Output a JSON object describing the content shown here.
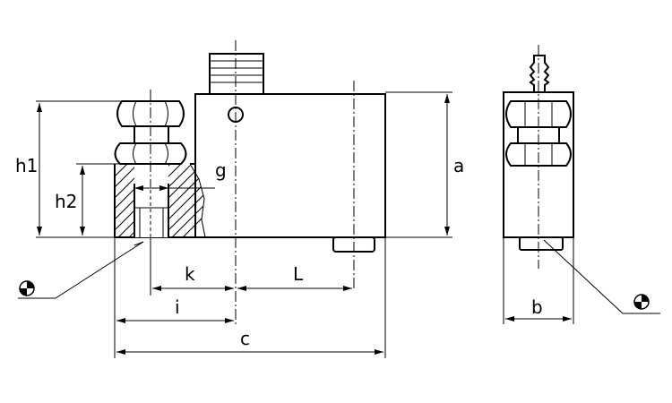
{
  "diagram": {
    "dimension_labels": {
      "h1": "h1",
      "h2": "h2",
      "g": "g",
      "k": "k",
      "L": "L",
      "i": "i",
      "c": "c",
      "a": "a",
      "b": "b"
    },
    "symbols": [
      "centre-of-gravity-icon",
      "centre-of-gravity-icon"
    ],
    "colors": {
      "line": "#000000",
      "background": "#ffffff"
    }
  }
}
